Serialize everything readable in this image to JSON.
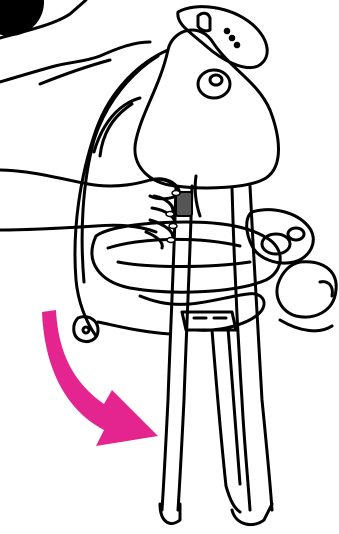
{
  "illustration": {
    "subject": "baby-swing-folding-instruction",
    "arrow_color": "#e5258f",
    "step_marker_color": "#000000"
  },
  "icons": {
    "step_marker": "step-number-marker",
    "direction": "curved-down-arrow"
  }
}
